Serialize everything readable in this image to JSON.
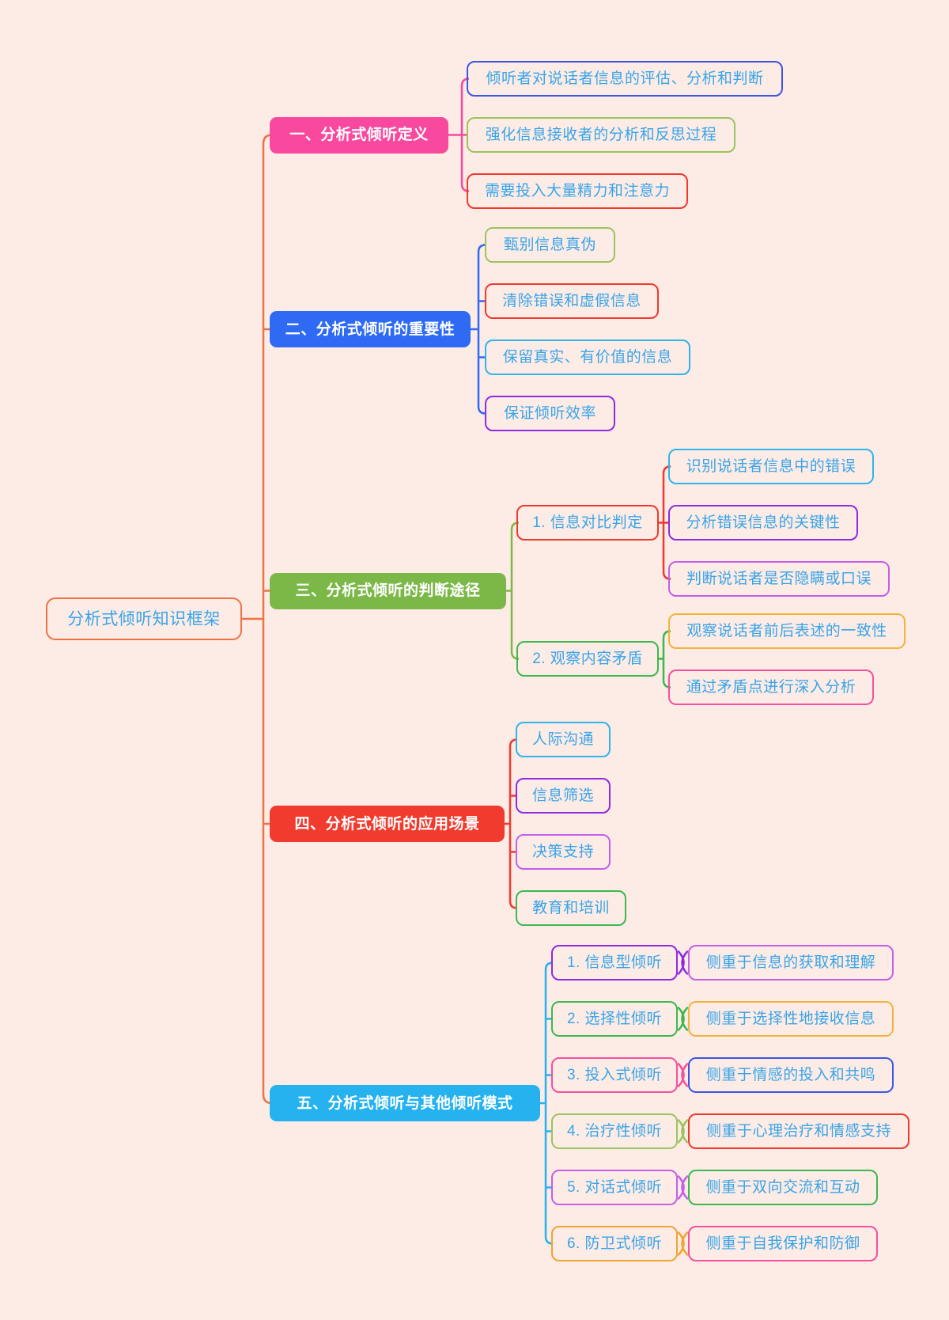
{
  "background_color": "#fdebe6",
  "text_color": "#38a5e8",
  "root": {
    "label": "分析式倾听知识框架",
    "border_color": "#ed7342"
  },
  "branches": [
    {
      "label": "一、分析式倾听定义",
      "color": "#f8499e",
      "children": [
        {
          "label": "倾听者对说话者信息的评估、分析和判断",
          "border_color": "#3d55e0"
        },
        {
          "label": "强化信息接收者的分析和反思过程",
          "border_color": "#9bc45e"
        },
        {
          "label": "需要投入大量精力和注意力",
          "border_color": "#f0392c"
        }
      ]
    },
    {
      "label": "二、分析式倾听的重要性",
      "color": "#2e6af3",
      "children": [
        {
          "label": "甄别信息真伪",
          "border_color": "#9bc45e"
        },
        {
          "label": "清除错误和虚假信息",
          "border_color": "#f0392c"
        },
        {
          "label": "保留真实、有价值的信息",
          "border_color": "#30b4ee"
        },
        {
          "label": "保证倾听效率",
          "border_color": "#8f2be0"
        }
      ]
    },
    {
      "label": "三、分析式倾听的判断途径",
      "color": "#7cb848",
      "children": [
        {
          "label": "1. 信息对比判定",
          "border_color": "#f0392c",
          "children": [
            {
              "label": "识别说话者信息中的错误",
              "border_color": "#30b4ee"
            },
            {
              "label": "分析错误信息的关键性",
              "border_color": "#8f2be0"
            },
            {
              "label": "判断说话者是否隐瞒或口误",
              "border_color": "#c45fe8"
            }
          ]
        },
        {
          "label": "2. 观察内容矛盾",
          "border_color": "#3cb84e",
          "children": [
            {
              "label": "观察说话者前后表述的一致性",
              "border_color": "#f2b33c"
            },
            {
              "label": "通过矛盾点进行深入分析",
              "border_color": "#f4509e"
            }
          ]
        }
      ]
    },
    {
      "label": "四、分析式倾听的应用场景",
      "color": "#f13b2e",
      "children": [
        {
          "label": "人际沟通",
          "border_color": "#30b4ee"
        },
        {
          "label": "信息筛选",
          "border_color": "#8f2be0"
        },
        {
          "label": "决策支持",
          "border_color": "#c45fe8"
        },
        {
          "label": "教育和培训",
          "border_color": "#3cb84e"
        }
      ]
    },
    {
      "label": "五、分析式倾听与其他倾听模式",
      "color": "#25b2ef",
      "children": [
        {
          "label": "1. 信息型倾听",
          "border_color": "#8f2be0",
          "children": [
            {
              "label": "侧重于信息的获取和理解",
              "border_color": "#c45fe8"
            }
          ]
        },
        {
          "label": "2. 选择性倾听",
          "border_color": "#3cb84e",
          "children": [
            {
              "label": "侧重于选择性地接收信息",
              "border_color": "#f2b33c"
            }
          ]
        },
        {
          "label": "3. 投入式倾听",
          "border_color": "#f4509e",
          "children": [
            {
              "label": "侧重于情感的投入和共鸣",
              "border_color": "#3d55e0"
            }
          ]
        },
        {
          "label": "4. 治疗性倾听",
          "border_color": "#9bc45e",
          "children": [
            {
              "label": "侧重于心理治疗和情感支持",
              "border_color": "#f0392c"
            }
          ]
        },
        {
          "label": "5. 对话式倾听",
          "border_color": "#c45fe8",
          "children": [
            {
              "label": "侧重于双向交流和互动",
              "border_color": "#3cb84e"
            }
          ]
        },
        {
          "label": "6. 防卫式倾听",
          "border_color": "#f0a432",
          "children": [
            {
              "label": "侧重于自我保护和防御",
              "border_color": "#f4509e"
            }
          ]
        }
      ]
    }
  ]
}
